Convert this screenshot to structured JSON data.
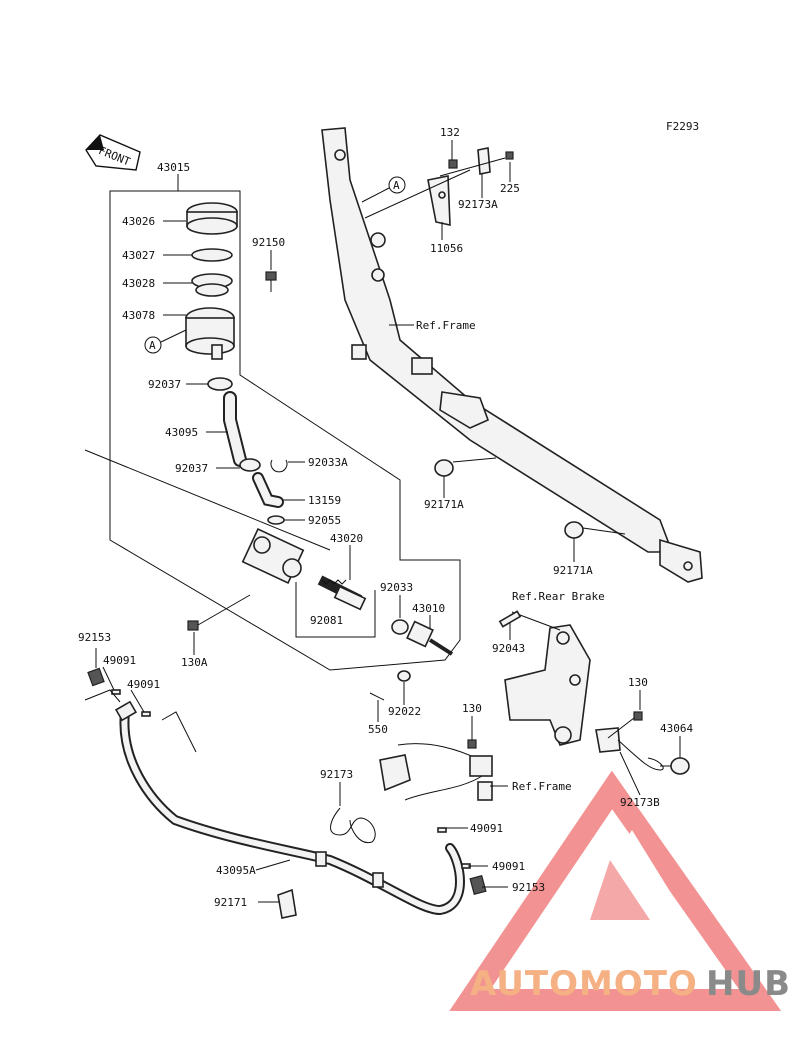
{
  "figure_code": "F2293",
  "front_label": "FRONT",
  "callout_letter": "A",
  "labels": {
    "p43015": "43015",
    "p43026": "43026",
    "p43027": "43027",
    "p43028": "43028",
    "p43078": "43078",
    "p92150": "92150",
    "p92037a": "92037",
    "p43095": "43095",
    "p92037b": "92037",
    "p92033a": "92033A",
    "p13159": "13159",
    "p92055": "92055",
    "p43020": "43020",
    "p92033": "92033",
    "p43010": "43010",
    "p92081": "92081",
    "p130a": "130A",
    "p92153a": "92153",
    "p49091a": "49091",
    "p49091b": "49091",
    "p92043": "92043",
    "p92022": "92022",
    "p550": "550",
    "p132": "132",
    "p225": "225",
    "p92173a": "92173A",
    "p11056": "11056",
    "p92171a1": "92171A",
    "p92171a2": "92171A",
    "p130a2": "130",
    "p130b": "130",
    "p43064": "43064",
    "p92173b": "92173B",
    "p92173": "92173",
    "p49091c": "49091",
    "p49091d": "49091",
    "p92153b": "92153",
    "p43095a": "43095A",
    "p92171": "92171",
    "ref_frame_1": "Ref.Frame",
    "ref_rear_brake": "Ref.Rear Brake",
    "ref_frame_2": "Ref.Frame"
  },
  "watermark": {
    "part1": "AUTOMOTO",
    "part2": "HUB",
    "color1": "#f5b183",
    "color2": "#8a8a8a",
    "logo_color": "#f08080"
  }
}
